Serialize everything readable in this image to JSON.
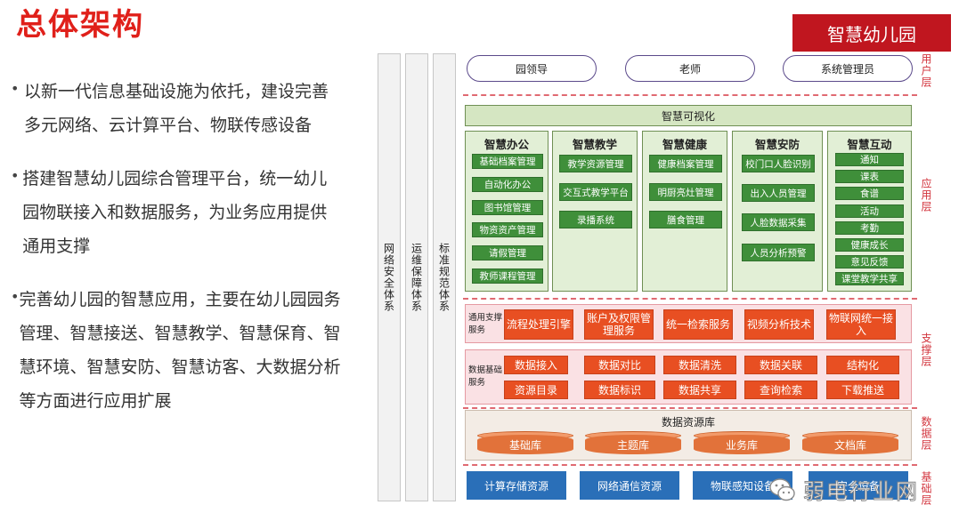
{
  "title": "总体架构",
  "badge": "智慧幼儿园",
  "bullets": [
    "以新一代信息基础设施为依托，建设完善多元网络、云计算平台、物联传感设备",
    "搭建智慧幼儿园综合管理平台，统一幼儿园物联接入和数据服务，为业务应用提供通用支撑",
    "完善幼儿园的智慧应用，主要在幼儿园园务管理、智慧接送、智慧教学、智慧保育、智慧环境、智慧安防、智慧访客、大数据分析等方面进行应用扩展"
  ],
  "side_bars": [
    "网络安全体系",
    "运维保障体系",
    "标准规范体系"
  ],
  "layers": [
    "用户层",
    "应用层",
    "支撑层",
    "数据层",
    "基础层"
  ],
  "users": [
    "园领导",
    "老师",
    "系统管理员"
  ],
  "visualization": "智慧可视化",
  "app_columns": [
    {
      "title": "智慧办公",
      "items": [
        "基础档案管理",
        "自动化办公",
        "图书馆管理",
        "物资资产管理",
        "请假管理",
        "教师课程管理"
      ]
    },
    {
      "title": "智慧教学",
      "items": [
        "教学资源管理",
        "交互式教学平台",
        "录播系统"
      ]
    },
    {
      "title": "智慧健康",
      "items": [
        "健康档案管理",
        "明厨亮灶管理",
        "膳食管理"
      ]
    },
    {
      "title": "智慧安防",
      "items": [
        "校门口人脸识别",
        "出入人员管理",
        "人脸数据采集",
        "人员分析预警"
      ]
    },
    {
      "title": "智慧互动",
      "items": [
        "通知",
        "课表",
        "食谱",
        "活动",
        "考勤",
        "健康成长",
        "意见反馈",
        "课堂教学共享"
      ]
    }
  ],
  "support": {
    "common_label": "通用支撑服务",
    "common_items": [
      "流程处理引擎",
      "账户及权限管理服务",
      "统一检索服务",
      "视频分析技术",
      "物联网统一接入"
    ],
    "data_label": "数据基础服务",
    "data_items_row1": [
      "数据接入",
      "数据对比",
      "数据清洗",
      "数据关联",
      "结构化"
    ],
    "data_items_row2": [
      "资源目录",
      "数据标识",
      "数据共享",
      "查询检索",
      "下载推送"
    ]
  },
  "data_layer": {
    "title": "数据资源库",
    "dbs": [
      "基础库",
      "主题库",
      "业务库",
      "文档库"
    ]
  },
  "base_items": [
    "计算存储资源",
    "网络通信资源",
    "物联感知设备",
    "安全设备"
  ],
  "watermark": "弱电行业网",
  "colors": {
    "title_red": "#e0201a",
    "badge_red": "#c0161f",
    "app_green": "#3f8f3a",
    "support_orange": "#e84f22",
    "base_blue": "#2a6fb8"
  }
}
